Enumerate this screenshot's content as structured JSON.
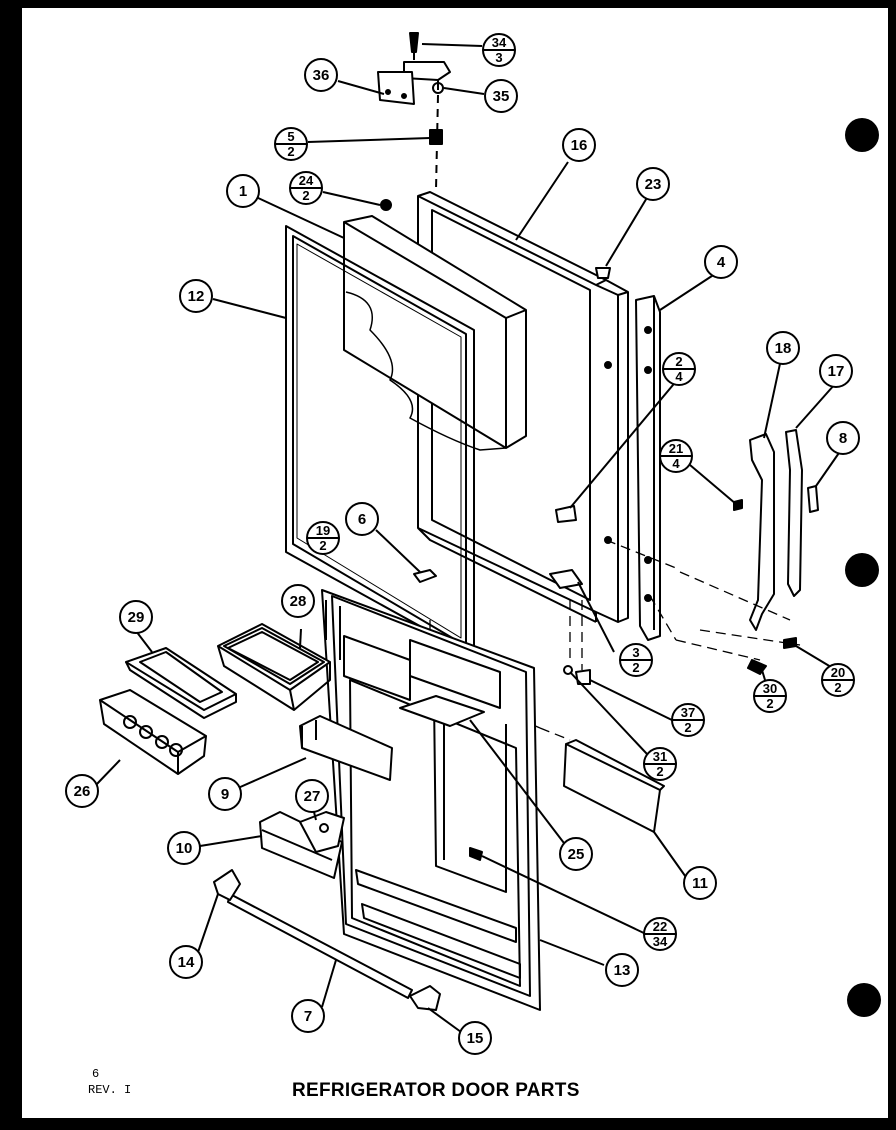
{
  "title": "REFRIGERATOR DOOR PARTS",
  "page_number": "6",
  "revision": "REV. I",
  "callouts": [
    "1",
    "4",
    "6",
    "7",
    "8",
    "9",
    "10",
    "11",
    "12",
    "13",
    "14",
    "15",
    "16",
    "17",
    "18",
    "23",
    "25",
    "26",
    "27",
    "28",
    "29",
    "35",
    "36"
  ],
  "fraction_callouts": [
    {
      "top": "34",
      "bottom": "3"
    },
    {
      "top": "5",
      "bottom": "2"
    },
    {
      "top": "24",
      "bottom": "2"
    },
    {
      "top": "2",
      "bottom": "4"
    },
    {
      "top": "21",
      "bottom": "4"
    },
    {
      "top": "19",
      "bottom": "2"
    },
    {
      "top": "3",
      "bottom": "2"
    },
    {
      "top": "37",
      "bottom": "2"
    },
    {
      "top": "31",
      "bottom": "2"
    },
    {
      "top": "30",
      "bottom": "2"
    },
    {
      "top": "20",
      "bottom": "2"
    },
    {
      "top": "22",
      "bottom": "34"
    }
  ]
}
